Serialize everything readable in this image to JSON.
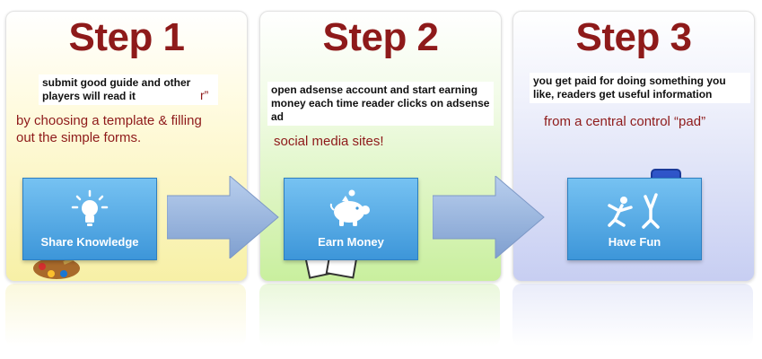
{
  "steps": [
    {
      "title": "Step 1",
      "note": "submit good guide and other players will read it",
      "stray_char": "r”",
      "red_text": "by choosing a template & filling out the simple forms.",
      "button_label": "Share Knowledge",
      "icon": "lightbulb-icon"
    },
    {
      "title": "Step 2",
      "note": "open adsense account and start earning money each time reader clicks on adsense ad",
      "red_text": "social media sites!",
      "button_label": "Earn Money",
      "icon": "piggy-bank-icon"
    },
    {
      "title": "Step 3",
      "note": "you get paid for doing something you like, readers get useful information",
      "red_text": "from a central control “pad”",
      "button_label": "Have Fun",
      "icon": "people-jumping-icon"
    }
  ],
  "colors": {
    "title_red": "#8e1a1a",
    "button_blue": "#3d96d9",
    "arrow_blue": "#8fb2dd"
  }
}
